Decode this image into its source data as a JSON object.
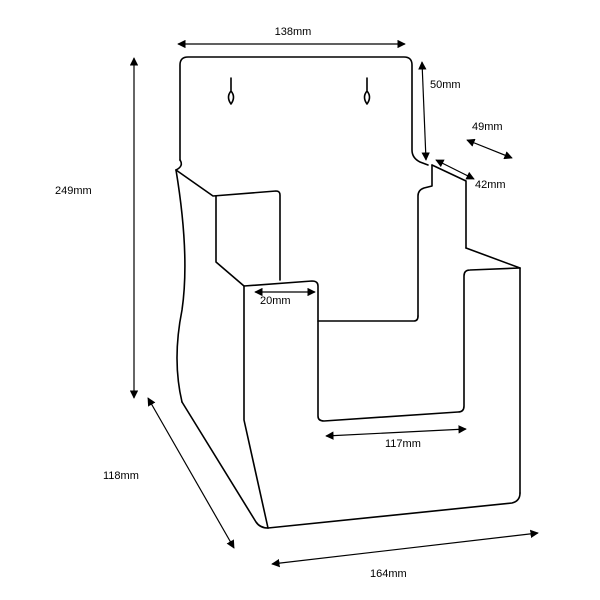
{
  "diagram": {
    "colors": {
      "stroke": "#000000",
      "background": "#ffffff"
    },
    "dimensions": {
      "top_width": "138mm",
      "back_tab_height": "50mm",
      "pocket_depth_side": "49mm",
      "upper_step": "42mm",
      "total_height": "249mm",
      "pocket_lip": "20mm",
      "inner_width": "117mm",
      "depth": "118mm",
      "base_width": "164mm"
    }
  }
}
